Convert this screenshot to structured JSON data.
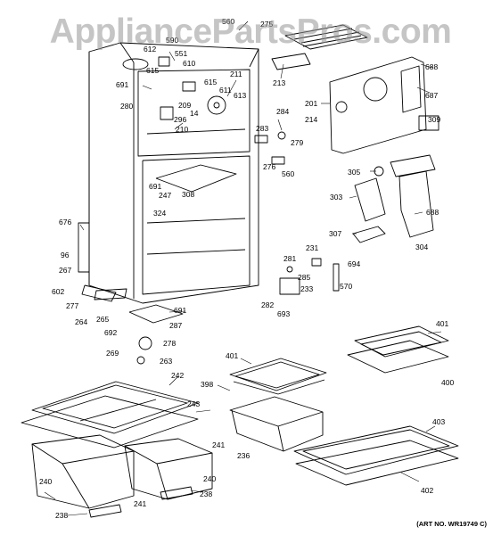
{
  "watermark": "AppliancePartsPros.com",
  "art_number": "(ART NO. WR19749 C)",
  "part_labels": [
    "560",
    "275",
    "612",
    "590",
    "551",
    "610",
    "615",
    "691",
    "211",
    "615",
    "611",
    "613",
    "209",
    "14",
    "280",
    "296",
    "210",
    "213",
    "688",
    "687",
    "201",
    "214",
    "309",
    "284",
    "283",
    "279",
    "276",
    "560",
    "305",
    "691",
    "247",
    "308",
    "324",
    "303",
    "688",
    "304",
    "676",
    "96",
    "267",
    "231",
    "307",
    "281",
    "694",
    "285",
    "233",
    "570",
    "602",
    "282",
    "693",
    "277",
    "691",
    "264",
    "265",
    "287",
    "692",
    "278",
    "269",
    "263",
    "401",
    "401",
    "242",
    "398",
    "400",
    "243",
    "241",
    "236",
    "403",
    "240",
    "240",
    "241",
    "238",
    "238",
    "402"
  ],
  "colors": {
    "line": "#000000",
    "watermark": "#969696",
    "background": "#ffffff"
  }
}
